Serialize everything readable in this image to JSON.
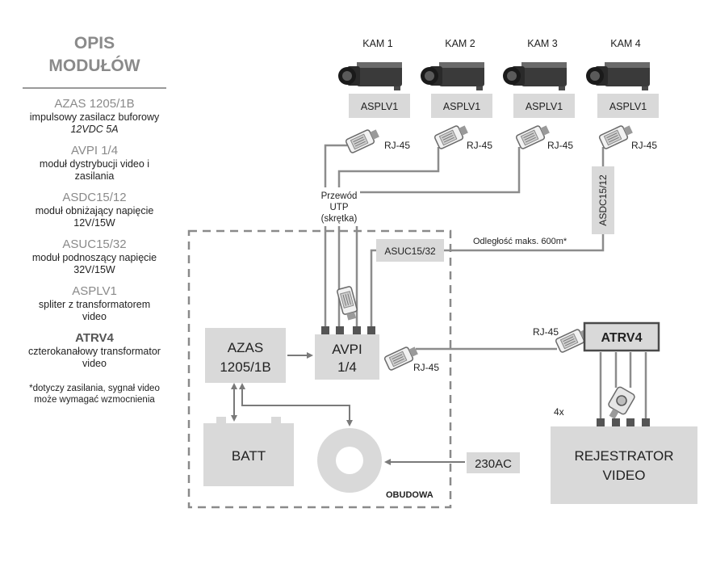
{
  "legend": {
    "title_line1": "OPIS",
    "title_line2": "MODUŁÓW",
    "items": [
      {
        "name": "AZAS 1205/1B",
        "desc1": "impulsowy zasilacz buforowy",
        "desc2": "12VDC  5A"
      },
      {
        "name": "AVPI 1/4",
        "desc1": "moduł dystrybucji video i",
        "desc2": "zasilania"
      },
      {
        "name": "ASDC15/12",
        "desc1": "moduł obniżający napięcie",
        "desc2": "12V/15W"
      },
      {
        "name": "ASUC15/32",
        "desc1": "moduł podnoszący napięcie",
        "desc2": "32V/15W"
      },
      {
        "name": "ASPLV1",
        "desc1": "spliter z transformatorem",
        "desc2": "video"
      },
      {
        "name": "ATRV4",
        "desc1": "czterokanałowy transformator",
        "desc2": "video"
      }
    ],
    "note_line1": "*dotyczy zasilania, sygnał video",
    "note_line2": "może wymagać wzmocnienia"
  },
  "cameras": [
    {
      "label": "KAM 1",
      "splitter": "ASPLV1",
      "connector": "RJ-45"
    },
    {
      "label": "KAM 2",
      "splitter": "ASPLV1",
      "connector": "RJ-45"
    },
    {
      "label": "KAM 3",
      "splitter": "ASPLV1",
      "connector": "RJ-45"
    },
    {
      "label": "KAM 4",
      "splitter": "ASPLV1",
      "connector": "RJ-45"
    }
  ],
  "cable": {
    "line1": "Przewód",
    "line2": "UTP",
    "line3": "(skrętka)"
  },
  "asdc_label": "ASDC15/12",
  "asuc_label": "ASUC15/32",
  "distance_label": "Odległość maks. 600m*",
  "azas": {
    "line1": "AZAS",
    "line2": "1205/1B"
  },
  "avpi": {
    "line1": "AVPI",
    "line2": "1/4"
  },
  "batt_label": "BATT",
  "mains_label": "230AC",
  "enclosure_label": "OBUDOWA",
  "avpi_rj45": "RJ-45",
  "atrv_rj45": "RJ-45",
  "atrv_label": "ATRV4",
  "multiplier_label": "4x",
  "recorder": {
    "line1": "REJESTRATOR",
    "line2": "VIDEO"
  },
  "colors": {
    "box": "#d9d9d9",
    "line": "#8c8c8c",
    "dash": "#8a8a8a",
    "dark": "#4a4a4a"
  }
}
